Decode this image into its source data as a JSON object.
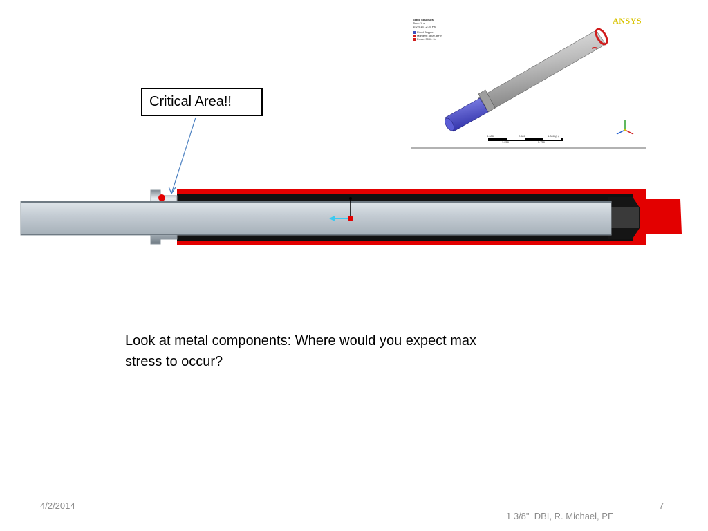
{
  "slide": {
    "callout": "Critical Area!!",
    "question": "Look at metal components: Where would you expect max stress to occur?",
    "footer": {
      "date": "4/2/2014",
      "page": "7",
      "author": "1 3/8\"  DBI, R. Michael, PE"
    }
  },
  "ansys_view": {
    "logo": "ANSYS",
    "header_lines": [
      "Static Structural",
      "Time: 1. s",
      "6/4/2013 12:39 PM"
    ],
    "legend": [
      {
        "label": "Fixed Support",
        "color": "#3d4fbf"
      },
      {
        "label": "Moment: 3600. lbf·in",
        "color": "#d01c1c"
      },
      {
        "label": "Force: 3000. lbf",
        "color": "#d01c1c"
      }
    ],
    "scale_labels_top": [
      "0.000",
      "2.500",
      "5.000 (in)"
    ],
    "scale_labels_bottom": [
      "1.250",
      "3.750"
    ]
  },
  "colors": {
    "red": "#e30000",
    "steel": "#c9d2da",
    "blue_part": "#4c4ec9",
    "footer_text": "#8c8c8c"
  }
}
